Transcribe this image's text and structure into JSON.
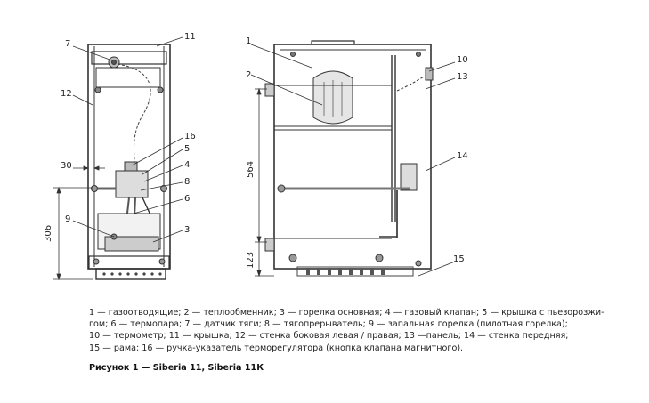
{
  "callouts_left": {
    "n7": "7",
    "n11": "11",
    "n12": "12",
    "n16": "16",
    "n5": "5",
    "n4": "4",
    "n8": "8",
    "n6": "6",
    "n9": "9",
    "n3": "3"
  },
  "callouts_right": {
    "n1": "1",
    "n2": "2",
    "n10": "10",
    "n13": "13",
    "n14": "14",
    "n15": "15"
  },
  "dimensions": {
    "d30": "30",
    "d306": "306",
    "d564": "564",
    "d123": "123"
  },
  "legend": {
    "line1": "1 — газоотводящие; 2 — теплообменник; 3 — горелка основная; 4 — газовый клапан; 5 — крышка с пьезорозжи-",
    "line2": "гом; 6 — термопара; 7 — датчик тяги; 8 — тягопрерыватель; 9 — запальная горелка (пилотная горелка);",
    "line3": "10 — термометр; 11 — крышка; 12 — стенка боковая левая / правая; 13 —панель; 14 — стенка передняя;",
    "line4": "15 — рама; 16 — ручка-указатель терморегулятора (кнопка клапана магнитного)."
  },
  "caption": "Рисунок 1 — Siberia 11, Siberia 11К"
}
